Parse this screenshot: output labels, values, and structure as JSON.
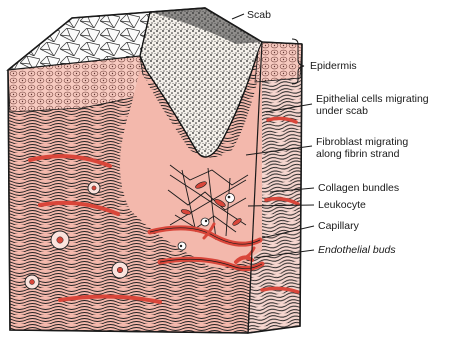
{
  "labels": {
    "scab": "Scab",
    "epidermis": "Epidermis",
    "epithelial_line1": "Epithelial cells migrating",
    "epithelial_line2": "under scab",
    "fibroblast_line1": "Fibroblast migrating",
    "fibroblast_line2": "along fibrin strand",
    "collagen": "Collagen bundles",
    "leukocyte": "Leukocyte",
    "capillary": "Capillary",
    "endothelial": "Endothelial buds"
  },
  "colors": {
    "dermis_pink": "#f3b8ac",
    "epidermis_pink": "#f6c9bf",
    "capillary_red": "#d9463a",
    "scab_dark": "#2a2a2a",
    "ink": "#1a1a1a"
  }
}
